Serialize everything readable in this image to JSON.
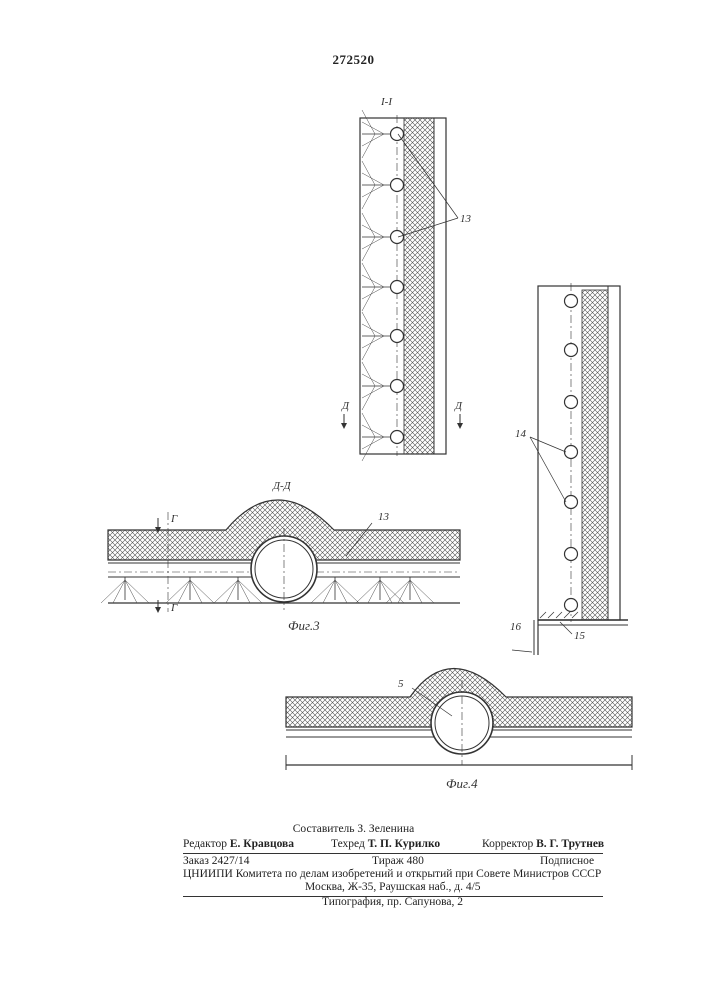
{
  "patent_number": "272520",
  "figures": {
    "section_I": {
      "title": "I-I",
      "ref_label": "13",
      "cut_left": "Д",
      "cut_right": "Д"
    },
    "section_D": {
      "title": "Д-Д",
      "ref_label": "13",
      "cut_top": "Г",
      "cut_bottom": "Г",
      "caption": "Фиг.3"
    },
    "fig4": {
      "ref_label": "5",
      "caption": "Фиг.4"
    },
    "side": {
      "ref_pipes": "14",
      "ref_wall": "16",
      "ref_base": "15"
    }
  },
  "imprint": {
    "compiler": "Составитель З. Зеленина",
    "editor_role": "Редактор",
    "editor_name": "Е. Кравцова",
    "techred_role": "Техред",
    "techred_name": "Т. П. Курилко",
    "corrector_role": "Корректор",
    "corrector_name": "В. Г. Трутнев",
    "order": "Заказ 2427/14",
    "circulation": "Тираж 480",
    "subscription": "Подписное",
    "institute": "ЦНИИПИ Комитета по делам изобретений и открытий при Совете Министров СССР",
    "address": "Москва, Ж-35, Раушская наб., д. 4/5",
    "printer": "Типография, пр. Сапунова, 2"
  }
}
